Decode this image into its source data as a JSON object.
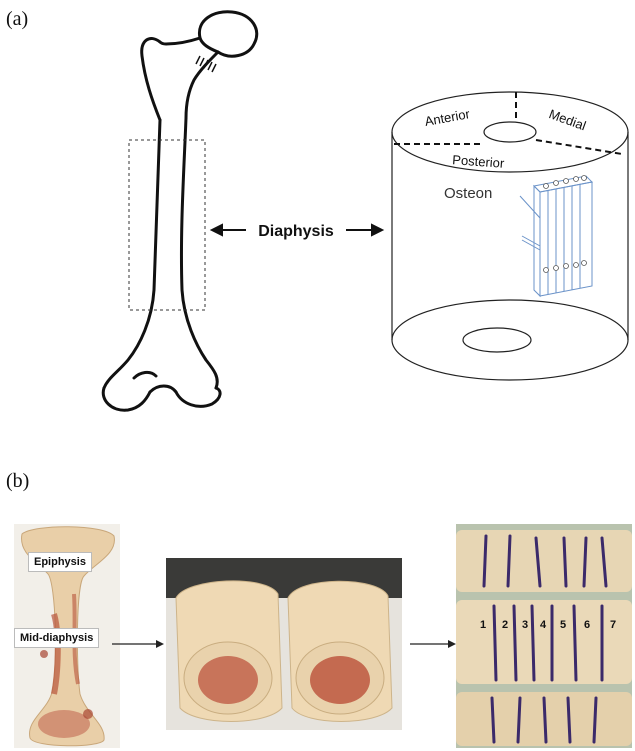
{
  "panel_a": {
    "label": "(a)",
    "diaphysis_label": "Diaphysis",
    "quadrants": {
      "anterior": "Anterior",
      "medial": "Medial",
      "posterior": "Posterior"
    },
    "osteon_label": "Osteon"
  },
  "panel_b": {
    "label": "(b)",
    "epiphysis_label": "Epiphysis",
    "mid_diaphysis_label": "Mid-diaphysis",
    "sample_numbers": [
      "1",
      "2",
      "3",
      "4",
      "5",
      "6",
      "7"
    ]
  },
  "colors": {
    "ink": "#111111",
    "osteon_blue": "#6b93c9",
    "bone_photo": "#e8cfa6",
    "blood_red": "#b8543a",
    "marker_purple": "#3b2a6a"
  }
}
